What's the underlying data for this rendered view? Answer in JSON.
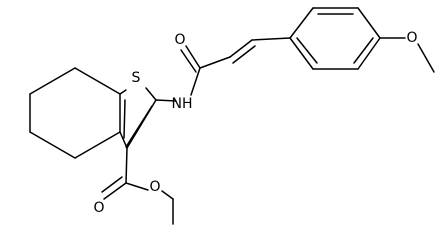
{
  "atom_labels": {
    "sulfur": "S",
    "amide_nitrogen": "NH",
    "amide_oxygen": "O",
    "ester_carbonyl_oxygen": "O",
    "ester_ether_oxygen": "O",
    "methoxy_oxygen": "O"
  }
}
